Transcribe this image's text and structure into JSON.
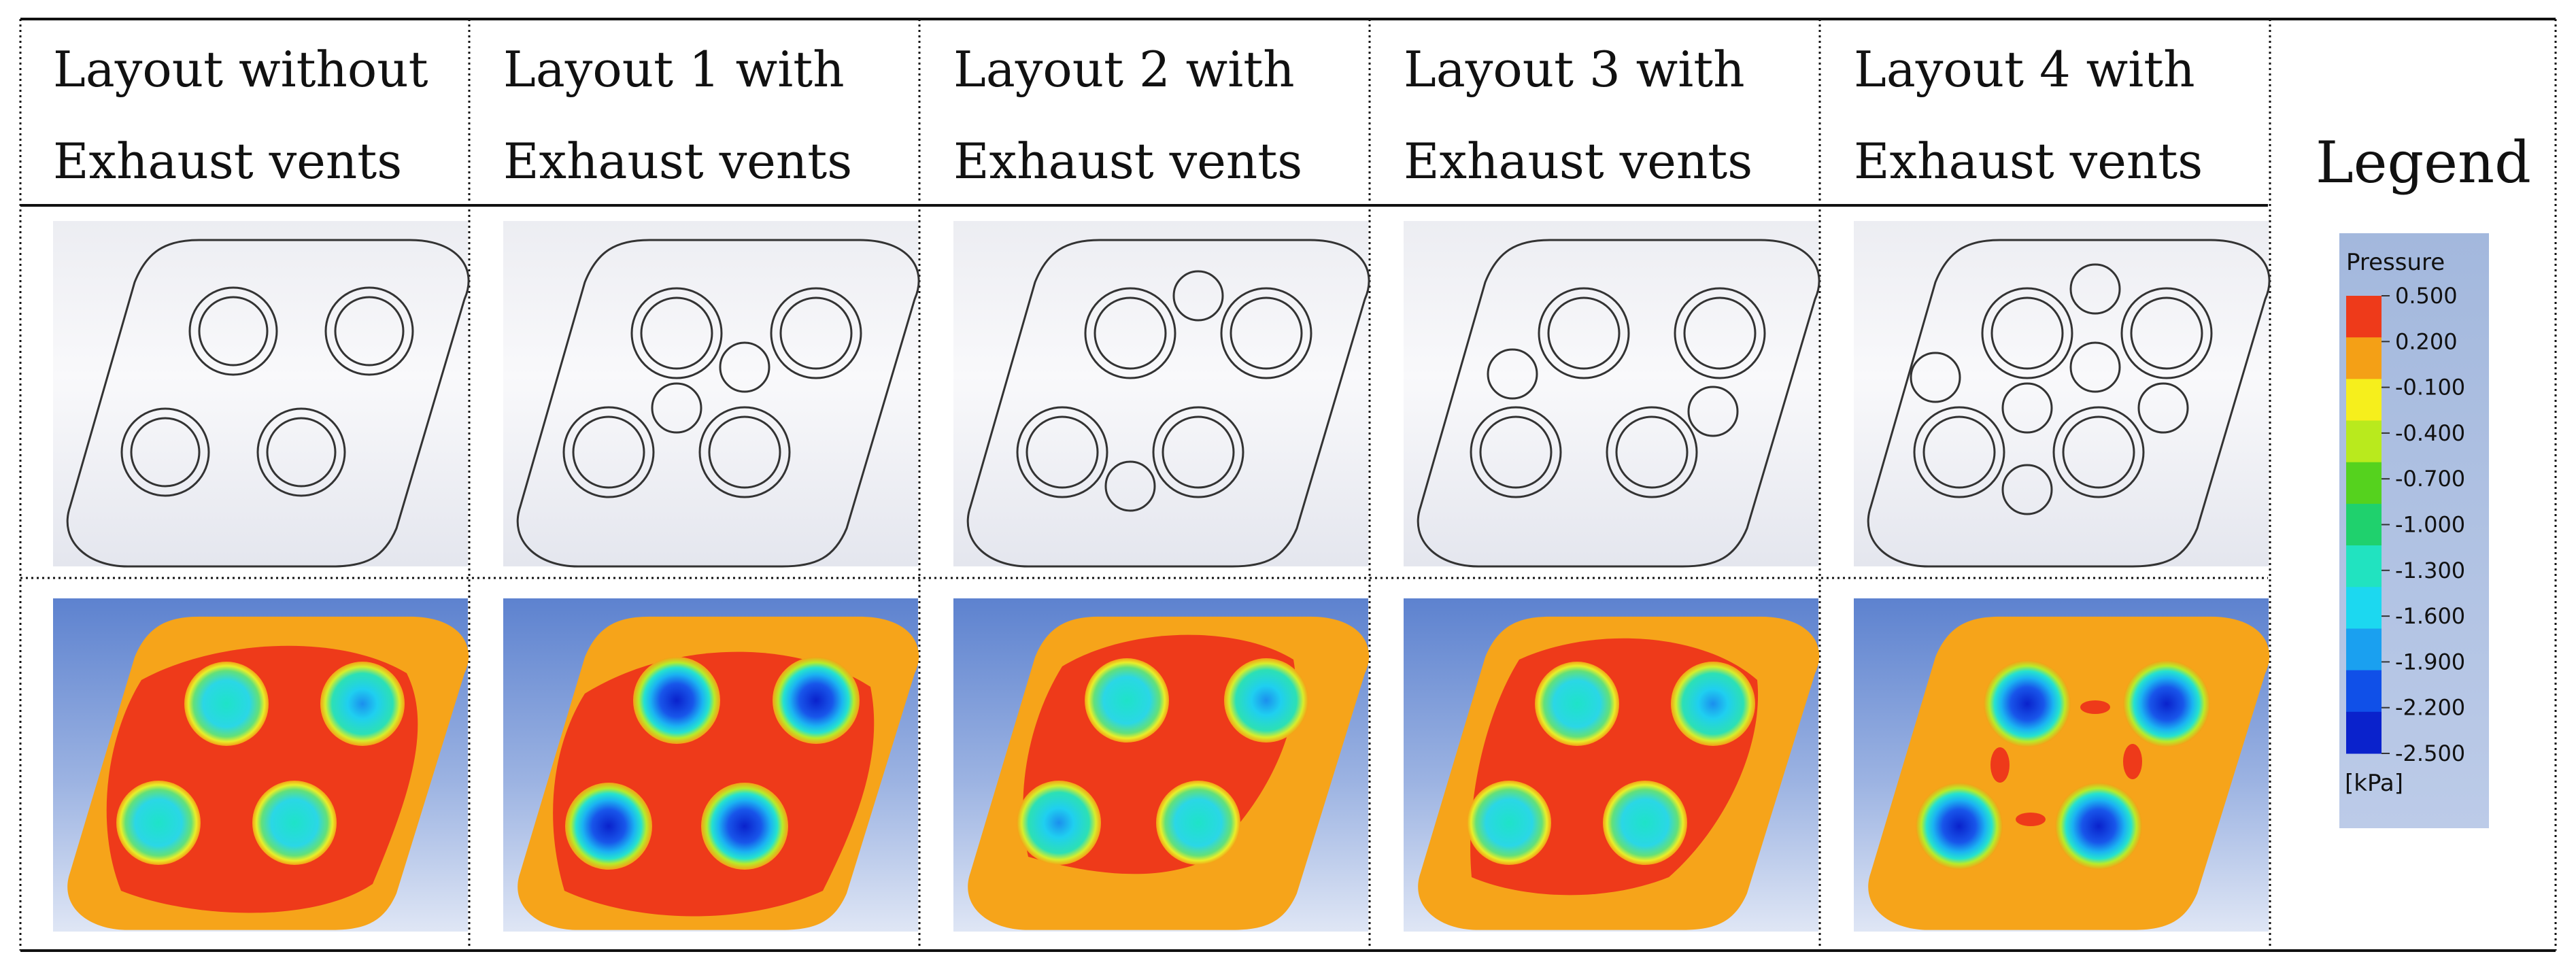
{
  "columns": [
    {
      "line1": "Layout without",
      "line2": "Exhaust vents"
    },
    {
      "line1": "Layout 1 with",
      "line2": "Exhaust vents"
    },
    {
      "line1": "Layout 2 with",
      "line2": "Exhaust vents"
    },
    {
      "line1": "Layout 3 with",
      "line2": "Exhaust vents"
    },
    {
      "line1": "Layout 4 with",
      "line2": "Exhaust vents"
    }
  ],
  "legend": {
    "title": "Legend",
    "variable": "Pressure",
    "unit": "[kPa]",
    "ticks": [
      "0.500",
      "0.200",
      "-0.100",
      "-0.400",
      "-0.700",
      "-1.000",
      "-1.300",
      "-1.600",
      "-1.900",
      "-2.200",
      "-2.500"
    ],
    "colors": [
      "#ee3a1a",
      "#f4a016",
      "#f6ef1c",
      "#b9ea1d",
      "#55d21e",
      "#1fd16d",
      "#21e3c0",
      "#1cd8f0",
      "#1aa0f0",
      "#1050e8",
      "#0a22cc"
    ]
  },
  "colors": {
    "plate_orange": "#f6a41a",
    "high_red": "#ee3a1a",
    "low_blue": "#0a22cc",
    "background_blue": "#6b8fd4"
  }
}
